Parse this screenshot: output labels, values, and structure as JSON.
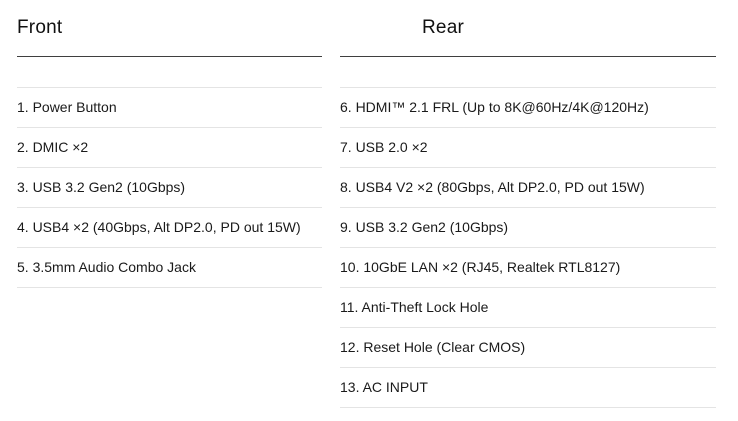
{
  "front": {
    "title": "Front",
    "items": [
      "1. Power Button",
      "2. DMIC ×2",
      "3. USB 3.2 Gen2 (10Gbps)",
      "4. USB4 ×2 (40Gbps, Alt DP2.0, PD out 15W)",
      "5. 3.5mm Audio Combo Jack"
    ]
  },
  "rear": {
    "title": "Rear",
    "items": [
      "6. HDMI™ 2.1 FRL (Up to 8K@60Hz/4K@120Hz)",
      "7. USB 2.0 ×2",
      "8. USB4 V2 ×2 (80Gbps, Alt DP2.0, PD out 15W)",
      "9. USB 3.2 Gen2 (10Gbps)",
      "10. 10GbE LAN ×2 (RJ45, Realtek RTL8127)",
      "11. Anti-Theft Lock Hole",
      "12. Reset Hole (Clear CMOS)",
      "13. AC INPUT"
    ]
  },
  "colors": {
    "background": "#ffffff",
    "text": "#1a1a1a",
    "divider": "#e4e4e4",
    "heading_underline": "#3f3f3f"
  }
}
